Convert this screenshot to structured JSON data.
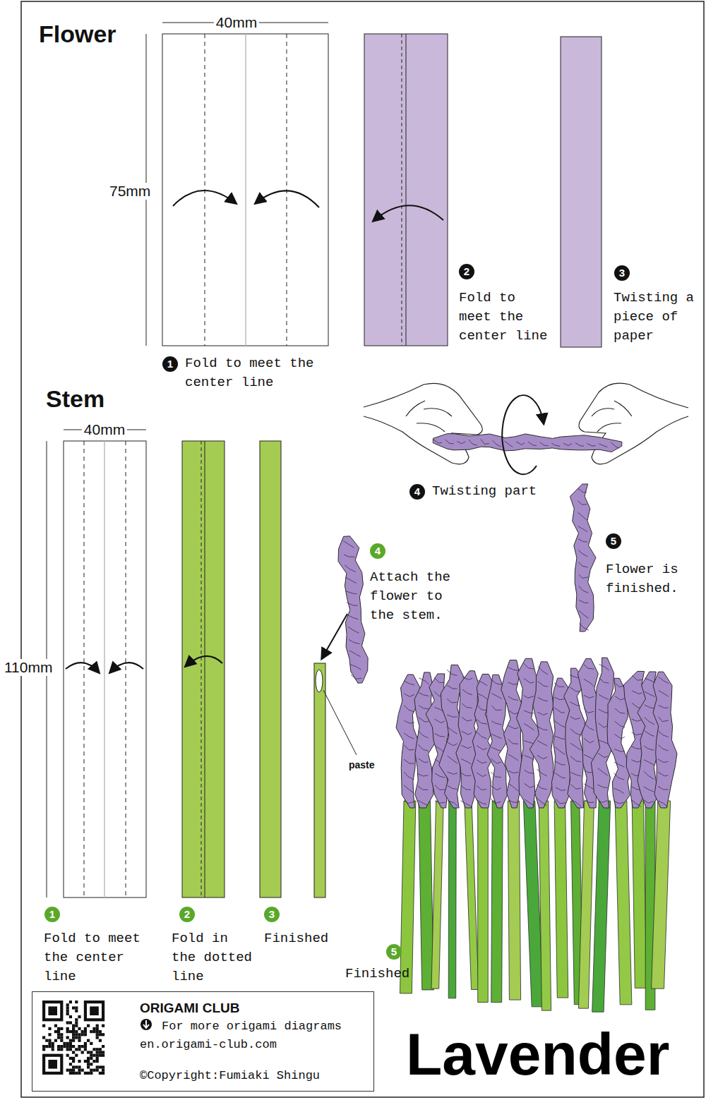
{
  "diagram": {
    "title": "Lavender",
    "nodes": [
      {
        "text": [
          "ORIGAMI CLUB",
          "For more origami diagrams",
          "en.origami-club.com",
          "©Copyright:Fumiaki Shingu"
        ]
      }
    ],
    "labels": [
      "Flower",
      "40mm",
      "75mm",
      "1",
      "Fold to meet the center line",
      "2",
      "Fold to meet the center line",
      "3",
      "Twisting a piece of paper",
      "4",
      "Twisting part",
      "5",
      "Flower is finished.",
      "Stem",
      "40mm",
      "110mm",
      "1",
      "Fold to meet the center line",
      "2",
      "Fold in the dotted line",
      "3",
      "Finished",
      "4",
      "Attach the flower to the stem.",
      "paste",
      "5",
      "Finished"
    ]
  }
}
